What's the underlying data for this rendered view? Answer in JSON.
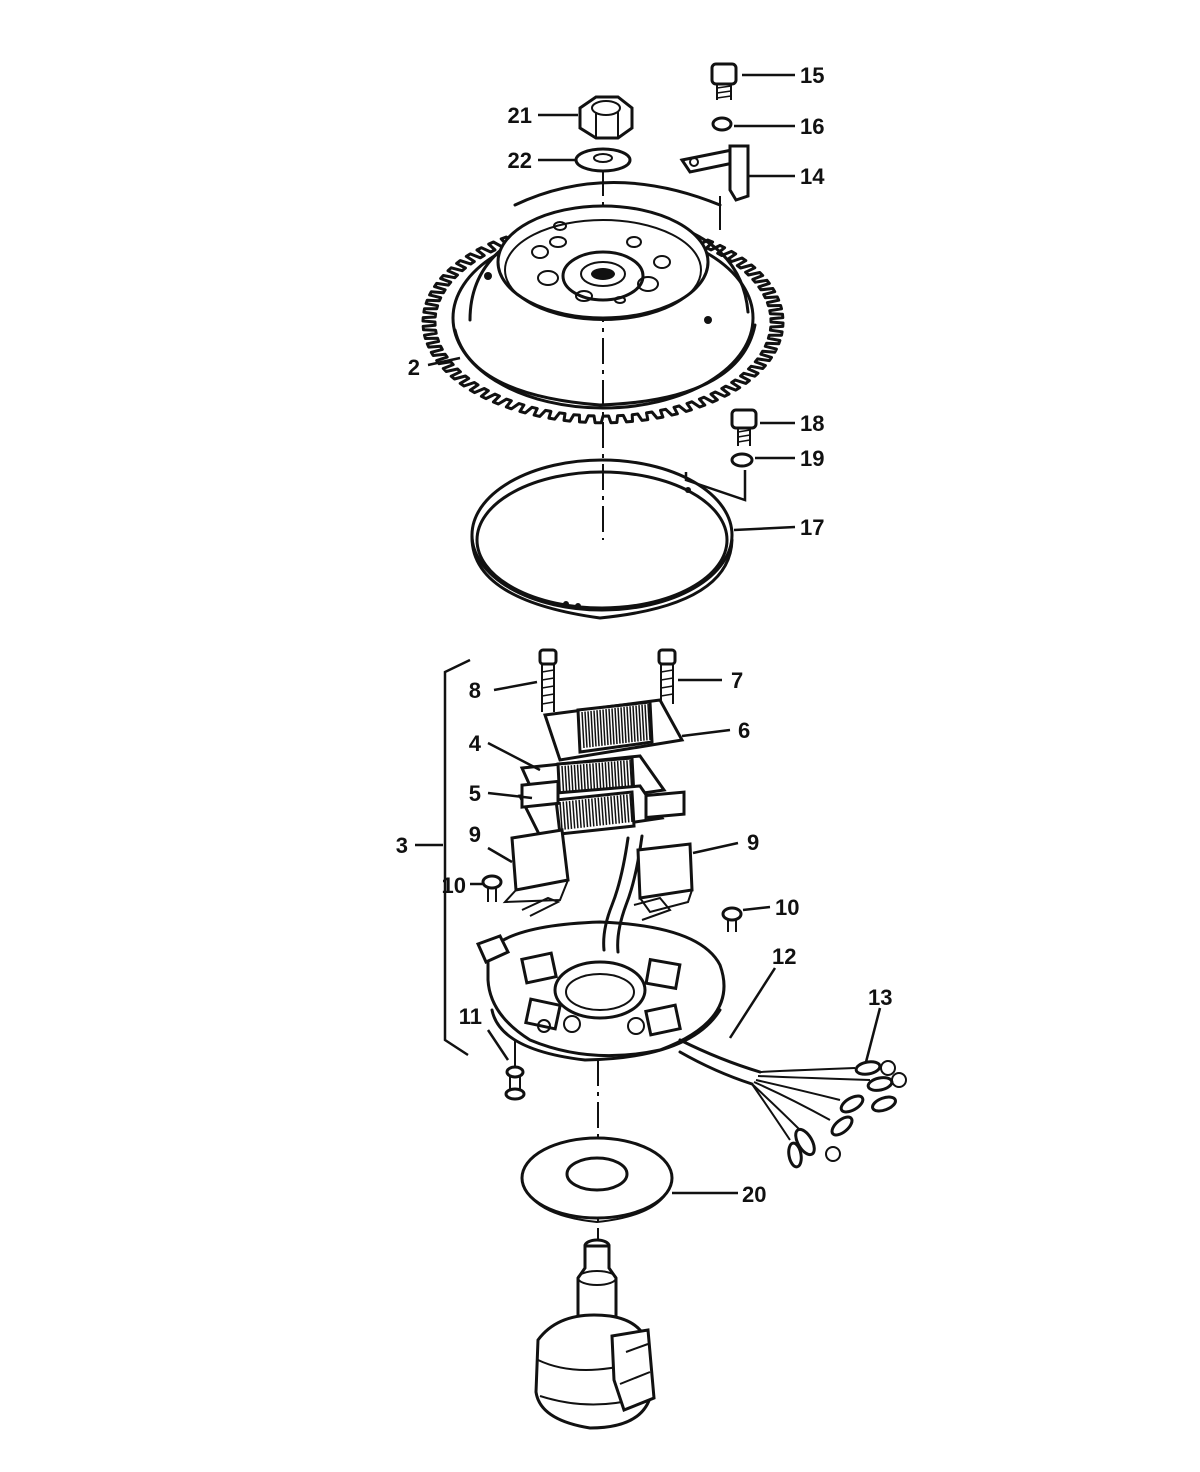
{
  "callouts": {
    "c2": "2",
    "c3": "3",
    "c4": "4",
    "c5": "5",
    "c6": "6",
    "c7": "7",
    "c8": "8",
    "c9a": "9",
    "c9b": "9",
    "c10a": "10",
    "c10b": "10",
    "c11": "11",
    "c12": "12",
    "c13": "13",
    "c14": "14",
    "c15": "15",
    "c16": "16",
    "c17": "17",
    "c18": "18",
    "c19": "19",
    "c20": "20",
    "c21": "21",
    "c22": "22"
  },
  "colors": {
    "ink": "#111111",
    "paper": "#ffffff"
  }
}
